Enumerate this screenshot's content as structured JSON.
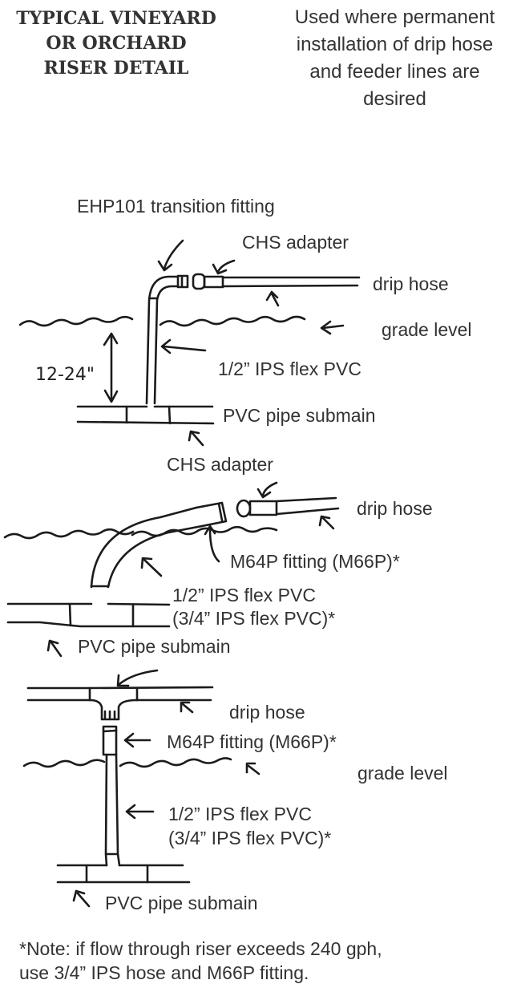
{
  "header": {
    "title_lines": [
      "TYPICAL VINEYARD",
      "OR ORCHARD",
      "RISER DETAIL"
    ],
    "subtitle_lines": [
      "Used where permanent",
      "installation of drip hose",
      "and feeder lines are",
      "desired"
    ]
  },
  "detail_1": {
    "transition_fitting": "EHP101 transition fitting",
    "chs_adapter_top": "CHS adapter",
    "drip_hose": "drip hose",
    "grade_level": "grade level",
    "depth": "12-24\"",
    "riser_pipe": "1/2” IPS flex PVC",
    "submain": "PVC pipe submain",
    "chs_adapter_bottom": "CHS adapter"
  },
  "detail_2": {
    "drip_hose": "drip hose",
    "fitting": "M64P fitting (M66P)*",
    "riser_pipe": "1/2” IPS flex PVC",
    "riser_pipe_alt": "(3/4” IPS flex PVC)*",
    "submain": "PVC pipe submain"
  },
  "detail_3": {
    "drip_hose": "drip hose",
    "fitting": "M64P fitting (M66P)*",
    "grade_level": "grade level",
    "riser_pipe": "1/2” IPS flex PVC",
    "riser_pipe_alt": "(3/4” IPS flex PVC)*",
    "submain": "PVC pipe submain"
  },
  "note_lines": [
    "*Note: if flow through riser exceeds 240 gph,",
    "use 3/4” IPS hose and M66P fitting."
  ]
}
